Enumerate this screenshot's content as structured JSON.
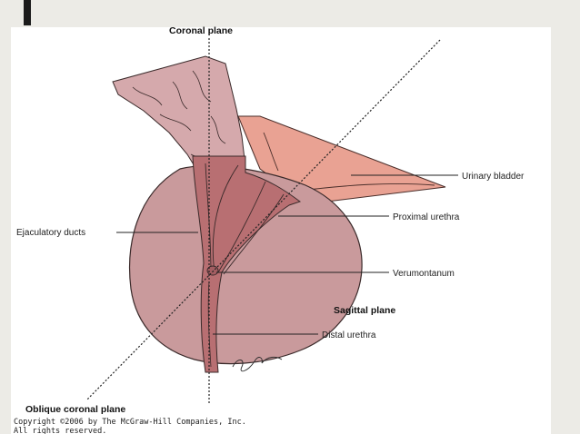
{
  "labels": {
    "coronal_plane": "Coronal plane",
    "urinary_bladder": "Urinary bladder",
    "proximal_urethra": "Proximal urethra",
    "ejaculatory_ducts": "Ejaculatory ducts",
    "verumontanum": "Verumontanum",
    "sagittal_plane": "Sagittal plane",
    "distal_urethra": "Distal urethra",
    "oblique_coronal_plane": "Oblique coronal plane"
  },
  "copyright": {
    "line1": "Copyright ©2006 by The McGraw-Hill Companies, Inc.",
    "line2": "All rights reserved."
  },
  "colors": {
    "page_bg": "#ecebe6",
    "panel_bg": "#ffffff",
    "prostate": "#c99a9c",
    "seminal_vesicle": "#d5a9ac",
    "bladder": "#e9a293",
    "urethra": "#b86f72",
    "outline": "#3a2a2a"
  }
}
